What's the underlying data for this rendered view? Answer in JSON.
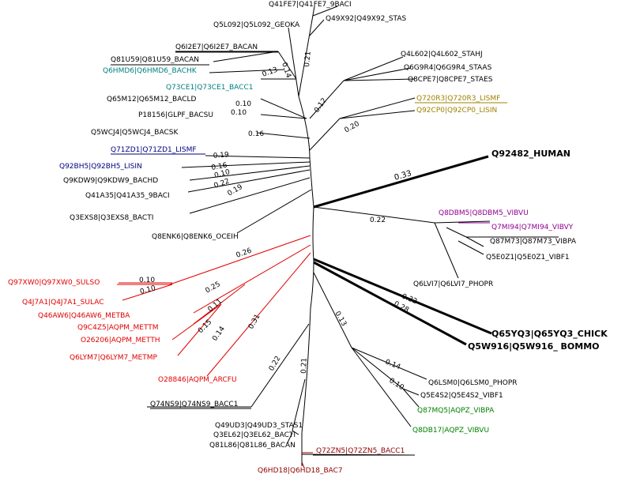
{
  "colors": {
    "black": "#000000",
    "red": "#e00000",
    "teal": "#008080",
    "olive": "#a08000",
    "navy": "#000080",
    "purple": "#900090",
    "green": "#008000",
    "brown": "#900000"
  },
  "leaves": [
    {
      "id": "q41fe7",
      "label": "Q41FE7|Q41FE7_9BACI",
      "color": "black"
    },
    {
      "id": "q5l092",
      "label": "Q5L092|Q5L092_GEOKA",
      "color": "black"
    },
    {
      "id": "q49x92",
      "label": "Q49X92|Q49X92_STAS",
      "color": "black"
    },
    {
      "id": "q6i2e7",
      "label": "Q6I2E7|Q6I2E7_BACAN",
      "color": "black"
    },
    {
      "id": "q81u59",
      "label": "Q81U59|Q81U59_BACAN",
      "color": "black"
    },
    {
      "id": "q6hmd6",
      "label": "Q6HMD6|Q6HMD6_BACHK",
      "color": "teal"
    },
    {
      "id": "q73ce1",
      "label": "Q73CE1|Q73CE1_BACC1",
      "color": "teal"
    },
    {
      "id": "q4l602",
      "label": "Q4L602|Q4L602_STAHJ",
      "color": "black"
    },
    {
      "id": "q6g9r4",
      "label": "Q6G9R4|Q6G9R4_STAAS",
      "color": "black"
    },
    {
      "id": "q8cpe7",
      "label": "Q8CPE7|Q8CPE7_STAES",
      "color": "black"
    },
    {
      "id": "q65m12",
      "label": "Q65M12|Q65M12_BACLD",
      "color": "black"
    },
    {
      "id": "p18156",
      "label": "P18156|GLPF_BACSU",
      "color": "black"
    },
    {
      "id": "q720r3",
      "label": "Q720R3|Q720R3_LISMF",
      "color": "olive"
    },
    {
      "id": "q92cp0",
      "label": "Q92CP0|Q92CP0_LISIN",
      "color": "olive"
    },
    {
      "id": "q5wcj4",
      "label": "Q5WCJ4|Q5WCJ4_BACSK",
      "color": "black"
    },
    {
      "id": "q92482",
      "label": "Q92482_HUMAN",
      "color": "black",
      "big": true
    },
    {
      "id": "q71zd1",
      "label": "Q71ZD1|Q71ZD1_LISMF",
      "color": "navy"
    },
    {
      "id": "q92bh5",
      "label": "Q92BH5|Q92BH5_LISIN",
      "color": "navy"
    },
    {
      "id": "q9kdw9",
      "label": "Q9KDW9|Q9KDW9_BACHD",
      "color": "black"
    },
    {
      "id": "q41a35",
      "label": "Q41A35|Q41A35_9BACI",
      "color": "black"
    },
    {
      "id": "q3exs8",
      "label": "Q3EXS8|Q3EXS8_BACTI",
      "color": "black"
    },
    {
      "id": "q8dbm5",
      "label": "Q8DBM5|Q8DBM5_VIBVU",
      "color": "purple"
    },
    {
      "id": "q7mi94",
      "label": "Q7MI94|Q7MI94_VIBVY",
      "color": "purple"
    },
    {
      "id": "q87m73",
      "label": "Q87M73|Q87M73_VIBPA",
      "color": "black"
    },
    {
      "id": "q8enk6",
      "label": "Q8ENK6|Q8ENK6_OCEIH",
      "color": "black"
    },
    {
      "id": "q5e0z1",
      "label": "Q5E0Z1|Q5E0Z1_VIBF1",
      "color": "black"
    },
    {
      "id": "q6lvi7",
      "label": "Q6LVI7|Q6LVI7_PHOPR",
      "color": "black"
    },
    {
      "id": "q97xw0",
      "label": "Q97XW0|Q97XW0_SULSO",
      "color": "red"
    },
    {
      "id": "q4j7a1",
      "label": "Q4J7A1|Q4J7A1_SULAC",
      "color": "red"
    },
    {
      "id": "q46aw6",
      "label": "Q46AW6|Q46AW6_METBA",
      "color": "red"
    },
    {
      "id": "q9c4z5",
      "label": "Q9C4Z5|AQPM_METTM",
      "color": "red"
    },
    {
      "id": "o26206",
      "label": "O26206|AQPM_METTH",
      "color": "red"
    },
    {
      "id": "q6lym7",
      "label": "Q6LYM7|Q6LYM7_METMP",
      "color": "red"
    },
    {
      "id": "q65yq3",
      "label": "Q65YQ3|Q65YQ3_CHICK",
      "color": "black",
      "big": true
    },
    {
      "id": "q5w916",
      "label": "Q5W916|Q5W916_ BOMMO",
      "color": "black",
      "big": true
    },
    {
      "id": "o28846",
      "label": "O28846|AQPM_ARCFU",
      "color": "red"
    },
    {
      "id": "q6lsm0",
      "label": "Q6LSM0|Q6LSM0_PHOPR",
      "color": "black"
    },
    {
      "id": "q5e4s2",
      "label": "Q5E4S2|Q5E4S2_VIBF1",
      "color": "black"
    },
    {
      "id": "q74ns9",
      "label": "Q74NS9|Q74NS9_BACC1",
      "color": "black"
    },
    {
      "id": "q87mq5",
      "label": "Q87MQ5|AQPZ_VIBPA",
      "color": "green"
    },
    {
      "id": "q49ud3",
      "label": "Q49UD3|Q49UD3_STAS1",
      "color": "black"
    },
    {
      "id": "q8db17",
      "label": "Q8DB17|AQPZ_VIBVU",
      "color": "green"
    },
    {
      "id": "q3el62",
      "label": "Q3EL62|Q3EL62_BACTI",
      "color": "black"
    },
    {
      "id": "q81l86",
      "label": "Q81L86|Q81L86_BACAN",
      "color": "black"
    },
    {
      "id": "q72zn5",
      "label": "Q72ZN5|Q72ZN5_BACC1",
      "color": "brown"
    },
    {
      "id": "q6hd18",
      "label": "Q6HD18|Q6HD18_BAC7",
      "color": "brown"
    }
  ],
  "branch_lengths": [
    {
      "id": "bl-014",
      "value": "0.14"
    },
    {
      "id": "bl-021a",
      "value": "0.21"
    },
    {
      "id": "bl-013",
      "value": "0.13"
    },
    {
      "id": "bl-012",
      "value": "0.12"
    },
    {
      "id": "bl-010a",
      "value": "0.10"
    },
    {
      "id": "bl-010b",
      "value": "0.10"
    },
    {
      "id": "bl-020",
      "value": "0.20"
    },
    {
      "id": "bl-016a",
      "value": "0.16"
    },
    {
      "id": "bl-033",
      "value": "0.33"
    },
    {
      "id": "bl-019a",
      "value": "0.19"
    },
    {
      "id": "bl-016b",
      "value": "0.16"
    },
    {
      "id": "bl-010c",
      "value": "0.10"
    },
    {
      "id": "bl-022a",
      "value": "0.22"
    },
    {
      "id": "bl-019b",
      "value": "0.19"
    },
    {
      "id": "bl-022b",
      "value": "0.22"
    },
    {
      "id": "bl-026",
      "value": "0.26"
    },
    {
      "id": "bl-010d",
      "value": "0.10"
    },
    {
      "id": "bl-010e",
      "value": "0.10"
    },
    {
      "id": "bl-025",
      "value": "0.25"
    },
    {
      "id": "bl-011",
      "value": "0.11"
    },
    {
      "id": "bl-015",
      "value": "0.15"
    },
    {
      "id": "bl-014b",
      "value": "0.14"
    },
    {
      "id": "bl-031",
      "value": "0.31"
    },
    {
      "id": "bl-032",
      "value": "0.32"
    },
    {
      "id": "bl-028",
      "value": "0.28"
    },
    {
      "id": "bl-013b",
      "value": "0.13"
    },
    {
      "id": "bl-014c",
      "value": "0.14"
    },
    {
      "id": "bl-010f",
      "value": "0.10"
    },
    {
      "id": "bl-022c",
      "value": "0.22"
    },
    {
      "id": "bl-021b",
      "value": "0.21"
    }
  ]
}
